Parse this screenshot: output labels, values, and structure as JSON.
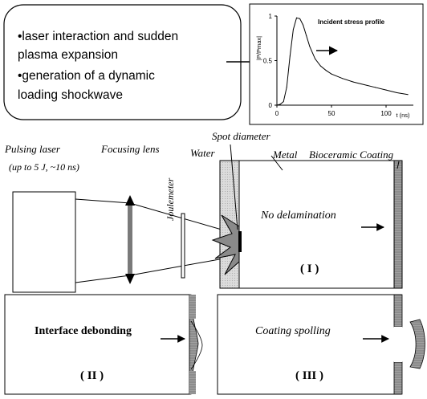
{
  "callout": {
    "bullet1_line1": "•laser interaction and sudden",
    "bullet1_line2": "plasma expansion",
    "bullet2_line1": "•generation of a dynamic",
    "bullet2_line2": "loading shockwave"
  },
  "chart_data": {
    "type": "line",
    "title": "Incident stress profile",
    "ylabel": "|P/Pmax|",
    "xlabel": "t (ns)",
    "xlim": [
      0,
      125
    ],
    "ylim": [
      0,
      1
    ],
    "xticks": [
      "0",
      "50",
      "100"
    ],
    "yticks": [
      "0",
      "0.5",
      "1"
    ],
    "x": [
      0,
      3,
      6,
      9,
      12,
      15,
      18,
      21,
      24,
      27,
      30,
      35,
      40,
      45,
      50,
      60,
      70,
      80,
      90,
      100,
      110,
      120
    ],
    "y": [
      0,
      0.01,
      0.04,
      0.2,
      0.55,
      0.85,
      0.98,
      0.97,
      0.9,
      0.78,
      0.66,
      0.52,
      0.44,
      0.39,
      0.35,
      0.3,
      0.26,
      0.23,
      0.2,
      0.17,
      0.14,
      0.12
    ]
  },
  "labels": {
    "pulsing_laser_line1": "Pulsing laser",
    "pulsing_laser_line2": "(up to 5 J, ~10 ns)",
    "focusing_lens": "Focusing lens",
    "water": "Water",
    "spot_diameter": "Spot diameter",
    "joulemeter": "Joulemeter",
    "metal": "Metal",
    "bioceramic_coating": "Bioceramic Coating",
    "no_delamination": "No delamination",
    "case_1": "( I )",
    "interface_debonding": "Interface debonding",
    "case_2": "( II )",
    "coating_spalling": "Coating spolling",
    "case_3": "( III )"
  },
  "colors": {
    "lens_body": "#7a7a7a",
    "water_fill": "#dcdcdc",
    "plasma_fill": "#8a8a8a",
    "coating_fill": "#8c8c8c"
  }
}
